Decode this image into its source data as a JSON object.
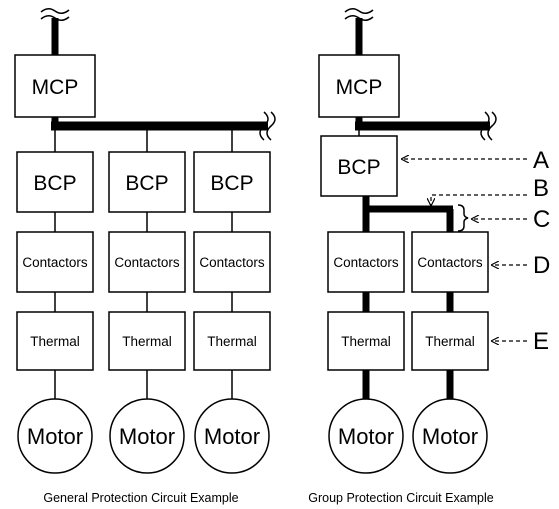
{
  "labels": {
    "mcp": "MCP",
    "bcp": "BCP",
    "contactors": "Contactors",
    "thermal": "Thermal",
    "motor": "Motor"
  },
  "captions": {
    "general": "General Protection Circuit Example",
    "group": "Group Protection Circuit Example"
  },
  "callouts": [
    "A",
    "B",
    "C",
    "D",
    "E"
  ]
}
